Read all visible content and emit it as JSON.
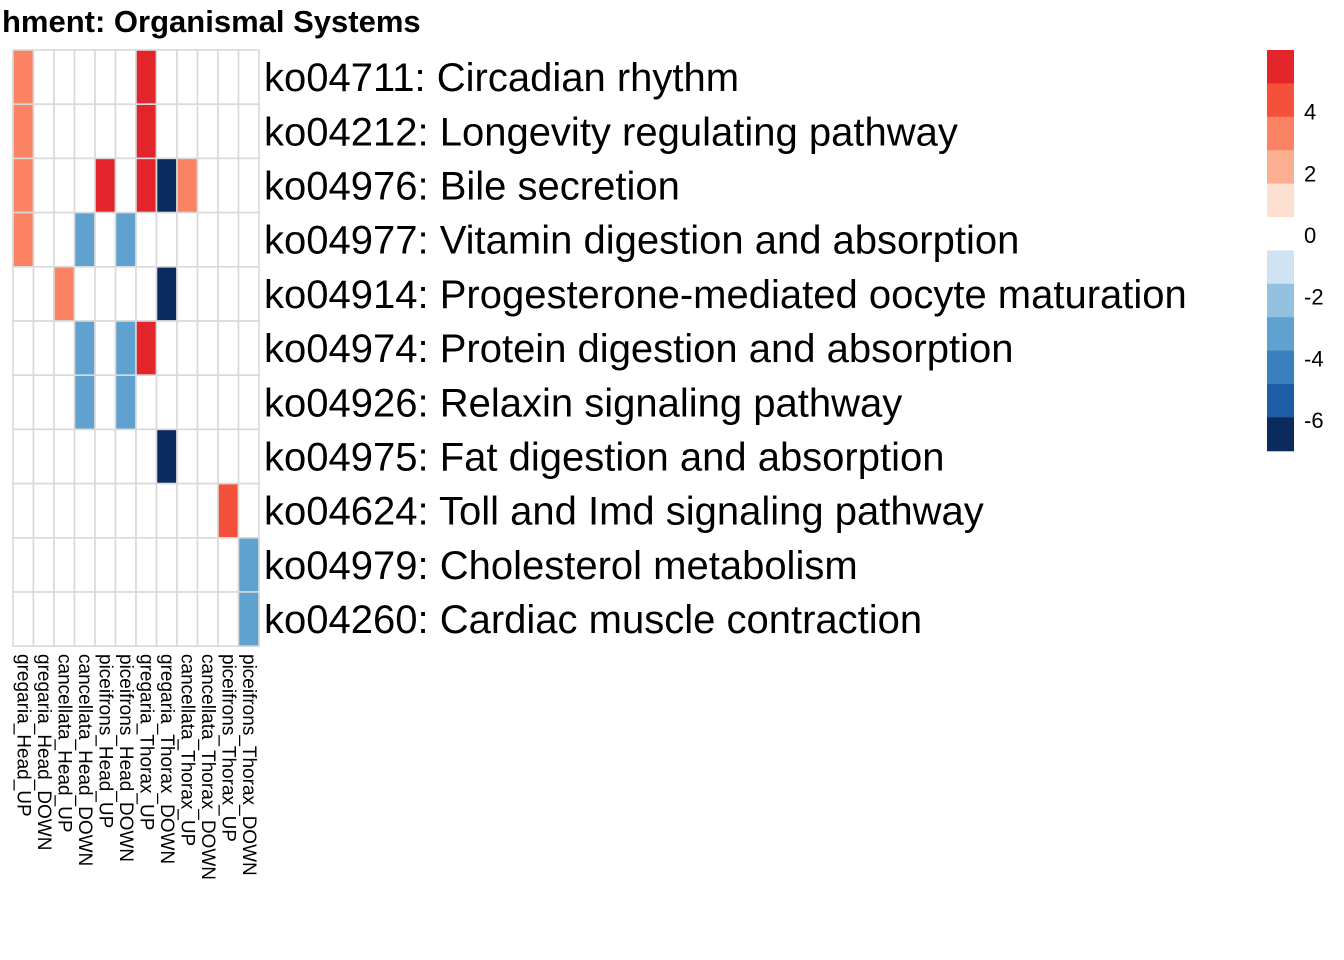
{
  "chart_data": {
    "type": "heatmap",
    "title": "hment: Organismal Systems",
    "columns": [
      "gregaria_Head_UP",
      "gregaria_Head_DOWN",
      "cancellata_Head_UP",
      "cancellata_Head_DOWN",
      "piceifrons_Head_UP",
      "piceifrons_Head_DOWN",
      "gregaria_Thorax_UP",
      "gregaria_Thorax_DOWN",
      "cancellata_Thorax_UP",
      "cancellata_Thorax_DOWN",
      "piceifrons_Thorax_UP",
      "piceifrons_Thorax_DOWN"
    ],
    "rows": [
      "ko04711: Circadian rhythm",
      "ko04212: Longevity regulating pathway",
      "ko04976: Bile secretion",
      "ko04977: Vitamin digestion and absorption",
      "ko04914: Progesterone-mediated oocyte maturation",
      "ko04974: Protein digestion and absorption",
      "ko04926: Relaxin signaling pathway",
      "ko04975: Fat digestion and absorption",
      "ko04624: Toll and Imd signaling pathway",
      "ko04979: Cholesterol metabolism",
      "ko04260: Cardiac muscle contraction"
    ],
    "values": [
      [
        3,
        0,
        0,
        0,
        0,
        0,
        6,
        0,
        0,
        0,
        0,
        0
      ],
      [
        3,
        0,
        0,
        0,
        0,
        0,
        6,
        0,
        0,
        0,
        0,
        0
      ],
      [
        3,
        0,
        0,
        0,
        5,
        0,
        6,
        -6.5,
        3,
        0,
        0,
        0
      ],
      [
        3,
        0,
        0,
        -3.5,
        0,
        -3.5,
        0,
        0,
        0,
        0,
        0,
        0
      ],
      [
        0,
        0,
        3,
        0,
        0,
        0,
        0,
        -6.5,
        0,
        0,
        0,
        0
      ],
      [
        0,
        0,
        0,
        -3.5,
        0,
        -3.5,
        5.5,
        0,
        0,
        0,
        0,
        0
      ],
      [
        0,
        0,
        0,
        -3.5,
        0,
        -3.5,
        0,
        0,
        0,
        0,
        0,
        0
      ],
      [
        0,
        0,
        0,
        0,
        0,
        0,
        0,
        -6.5,
        0,
        0,
        0,
        0
      ],
      [
        0,
        0,
        0,
        0,
        0,
        0,
        0,
        0,
        0,
        0,
        4,
        0
      ],
      [
        0,
        0,
        0,
        0,
        0,
        0,
        0,
        0,
        0,
        0,
        0,
        -3.5
      ],
      [
        0,
        0,
        0,
        0,
        0,
        0,
        0,
        0,
        0,
        0,
        0,
        -3.5
      ]
    ],
    "legend": {
      "ticks": [
        4,
        2,
        0,
        -2,
        -4,
        -6
      ],
      "tick_labels": [
        "4",
        "2",
        "0",
        "-2",
        "-4",
        "-6"
      ],
      "bins": [
        {
          "from": 5,
          "to": 6,
          "color": "#E3242B"
        },
        {
          "from": 4,
          "to": 5,
          "color": "#F4503A"
        },
        {
          "from": 3,
          "to": 4,
          "color": "#FB8262"
        },
        {
          "from": 2,
          "to": 3,
          "color": "#FCAE91"
        },
        {
          "from": 1,
          "to": 2,
          "color": "#FEE0D2"
        },
        {
          "from": -1,
          "to": 1,
          "color": "#FFFFFF"
        },
        {
          "from": -2,
          "to": -1,
          "color": "#D1E2F2"
        },
        {
          "from": -3,
          "to": -2,
          "color": "#92C2DF"
        },
        {
          "from": -4,
          "to": -3,
          "color": "#5FA2D0"
        },
        {
          "from": -5,
          "to": -4,
          "color": "#3A80BF"
        },
        {
          "from": -6,
          "to": -5,
          "color": "#1D5DA8"
        },
        {
          "from": -7,
          "to": -6,
          "color": "#0B2A5E"
        }
      ],
      "placement": "right"
    },
    "grid_color": "#D9D9D9",
    "background": "#FFFFFF"
  }
}
